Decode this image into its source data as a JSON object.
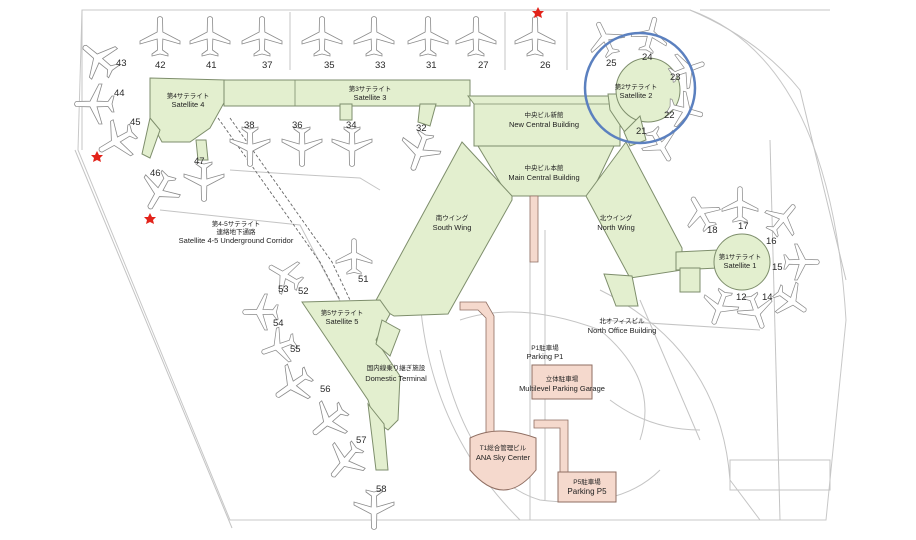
{
  "colors": {
    "building": "#e3efcf",
    "outline": "#7e8e6c",
    "facility": "#f5d9cd",
    "apron": "#f3f3f3",
    "highlight": "#5b80bf",
    "marker": "#e2231a"
  },
  "icons": [
    "airplane-icon",
    "star-marker-icon"
  ],
  "labels": {
    "satellite4_jp": "第4サテライト",
    "satellite4_en": "Satellite 4",
    "satellite3_jp": "第3サテライト",
    "satellite3_en": "Satellite 3",
    "satellite2_jp": "第2サテライト",
    "satellite2_en": "Satellite 2",
    "satellite1_jp": "第1サテライト",
    "satellite1_en": "Satellite 1",
    "satellite5_jp": "第5サテライト",
    "satellite5_en": "Satellite 5",
    "corridor_jp1": "第4-5サテライト",
    "corridor_jp2": "連絡地下通路",
    "corridor_en": "Satellite 4-5 Underground Corridor",
    "newcentral_jp": "中央ビル新館",
    "newcentral_en": "New Central Building",
    "maincentral_jp": "中央ビル本館",
    "maincentral_en": "Main Central Building",
    "southwing_jp": "南ウイング",
    "southwing_en": "South Wing",
    "northwing_jp": "北ウイング",
    "northwing_en": "North Wing",
    "domestic_jp": "国内線乗り継ぎ施設",
    "domestic_en": "Domestic Terminal",
    "northoffice_jp": "北オフィスビル",
    "northoffice_en": "North Office Building",
    "parkingp1_jp": "P1駐車場",
    "parkingp1_en": "Parking P1",
    "garage_jp": "立体駐車場",
    "garage_en": "Multilevel Parking Garage",
    "anasky_jp": "T1総合管理ビル",
    "anasky_en": "ANA Sky Center",
    "parkingp5_jp": "P5駐車場",
    "parkingp5_en": "Parking P5"
  },
  "gates": {
    "g12": "12",
    "g14": "14",
    "g15": "15",
    "g16": "16",
    "g17": "17",
    "g18": "18",
    "g21": "21",
    "g22": "22",
    "g23": "23",
    "g24": "24",
    "g25": "25",
    "g26": "26",
    "g27": "27",
    "g31": "31",
    "g32": "32",
    "g33": "33",
    "g34": "34",
    "g35": "35",
    "g36": "36",
    "g37": "37",
    "g38": "38",
    "g41": "41",
    "g42": "42",
    "g43": "43",
    "g44": "44",
    "g45": "45",
    "g46": "46",
    "g47": "47",
    "g51": "51",
    "g52": "52",
    "g53": "53",
    "g54": "54",
    "g55": "55",
    "g56": "56",
    "g57": "57",
    "g58": "58"
  }
}
